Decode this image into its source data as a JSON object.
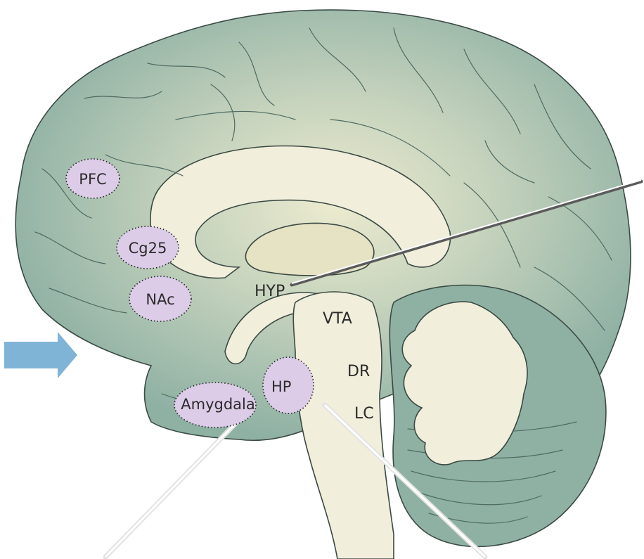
{
  "labels": {
    "pfc": "PFC",
    "cg25": "Cg25",
    "nac": "NAc",
    "hyp": "HYP",
    "vta": "VTA",
    "dr": "DR",
    "lc": "LC",
    "hp": "HP",
    "amygdala": "Amygdala"
  },
  "colors": {
    "cortex": "#8fb1a4",
    "cortex_glow": "#e8e6c8",
    "inner": "#f1eedb",
    "region_fill": "#dccce8",
    "arrow": "#7fb4d6",
    "probe": "#ffffff"
  }
}
